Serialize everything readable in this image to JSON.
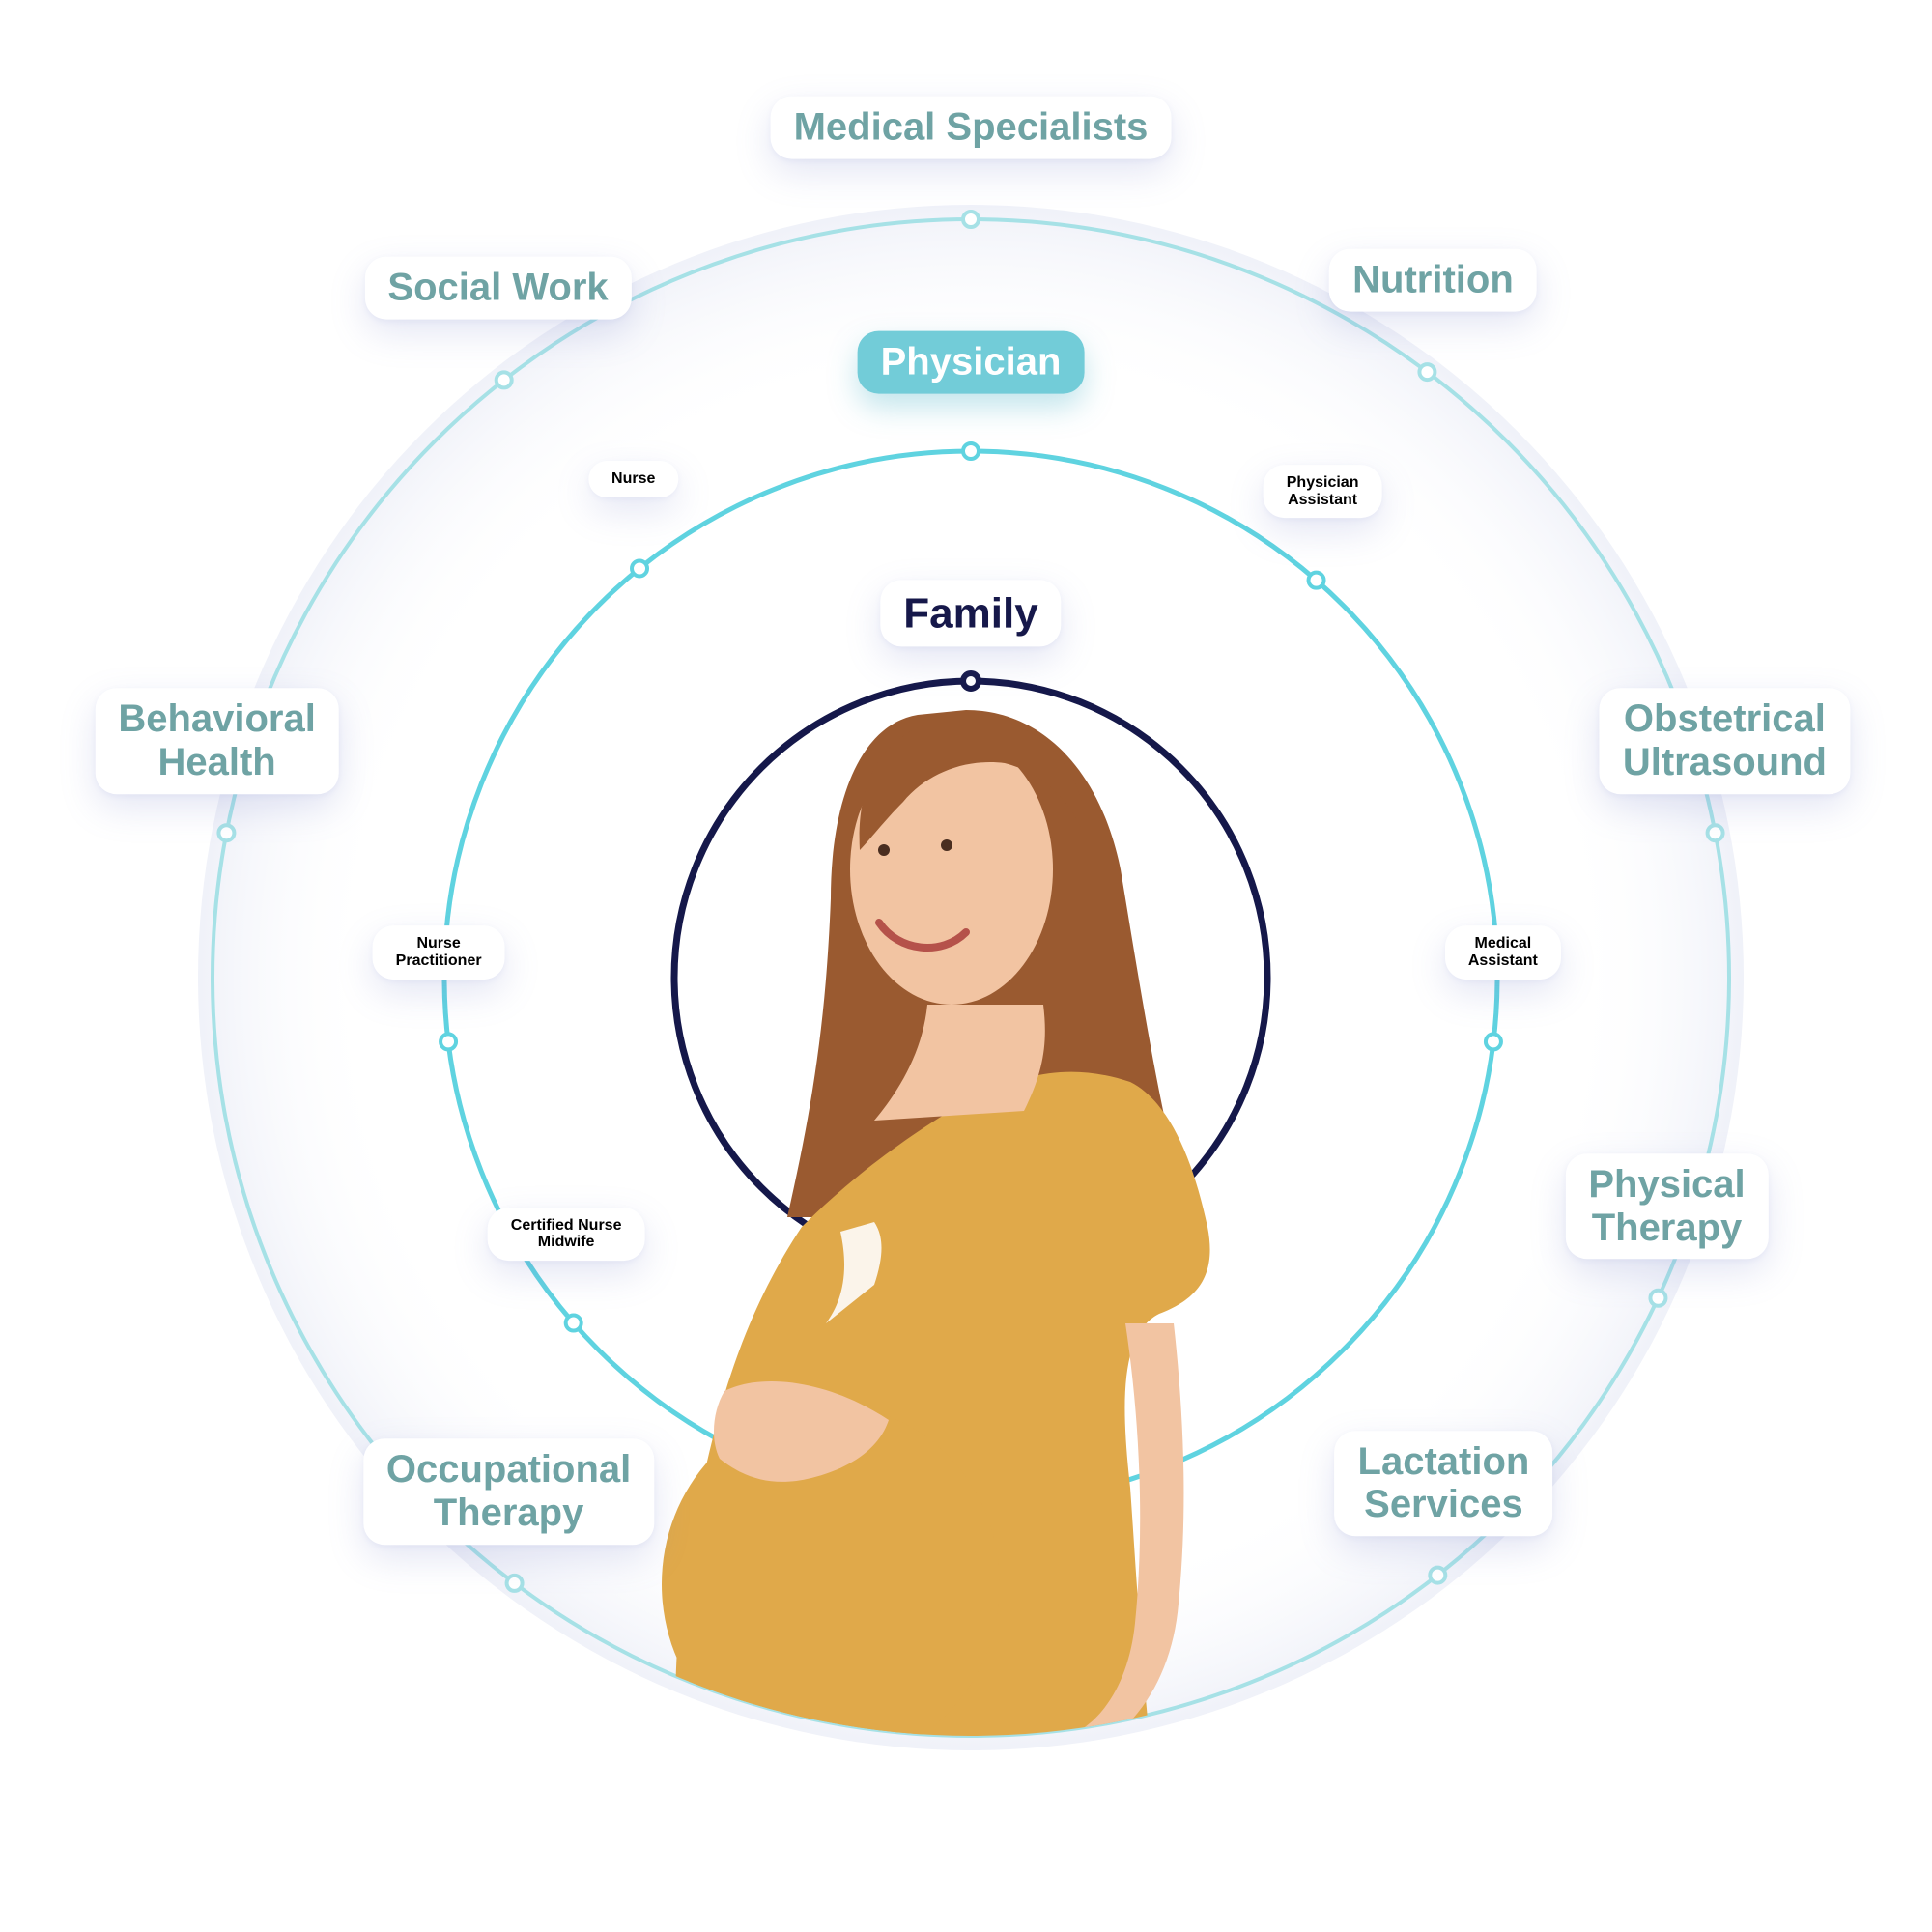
{
  "colors": {
    "outer_ring": "#a6e1e6",
    "middle_ring": "#5fd3e0",
    "inner_ring": "#15184a",
    "outer_text": "#6fa3a4",
    "middle_text": "#4fc3d3",
    "family_text": "#16184a",
    "physician_fill": "#72ccd8",
    "dress": "#e0a94a",
    "hair": "#9a5a30",
    "skin": "#f2c4a2"
  },
  "rings": {
    "outer": {
      "items": [
        {
          "label": "Medical Specialists",
          "angle": 0
        },
        {
          "label": "Nutrition",
          "angle": 37
        },
        {
          "label": "Obstetrical\nUltrasound",
          "angle": 79
        },
        {
          "label": "Physical\nTherapy",
          "angle": 115
        },
        {
          "label": "Lactation\nServices",
          "angle": 142
        },
        {
          "label": "Occupational\nTherapy",
          "angle": 217
        },
        {
          "label": "Behavioral\nHealth",
          "angle": 281
        },
        {
          "label": "Social Work",
          "angle": 322
        }
      ]
    },
    "middle": {
      "items": [
        {
          "label": "Physician",
          "angle": 0,
          "highlighted": true
        },
        {
          "label": "Physician\nAssistant",
          "angle": 41
        },
        {
          "label": "Medical\nAssistant",
          "angle": 97
        },
        {
          "label": "Certified Nurse\nMidwife",
          "angle": 229
        },
        {
          "label": "Nurse\nPractitioner",
          "angle": 263
        },
        {
          "label": "Nurse",
          "angle": 321
        }
      ]
    },
    "inner": {
      "items": [
        {
          "label": "Family",
          "angle": 0
        }
      ]
    }
  },
  "photo": {
    "icon": "pregnant-woman-photo"
  }
}
